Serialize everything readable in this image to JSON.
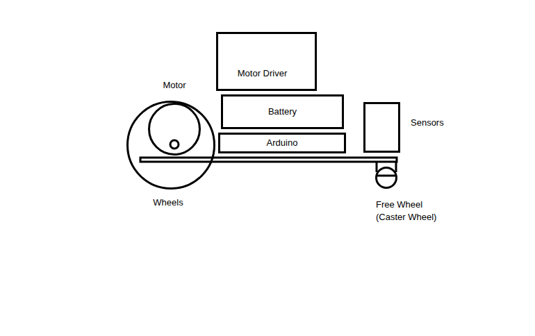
{
  "diagram": {
    "nodes": [
      {
        "text": [
          "Motor Driver"
        ]
      },
      {
        "text": [
          "Wheels"
        ]
      },
      {
        "text": [
          "Motor"
        ],
        "in": 1
      },
      {
        "text": [
          "Battery"
        ]
      },
      {
        "text": [
          "Sensors"
        ]
      },
      {
        "text": [
          "Arduino"
        ]
      },
      {
        "text": [
          "Free Wheel (Caster Wheel)"
        ]
      }
    ]
  }
}
